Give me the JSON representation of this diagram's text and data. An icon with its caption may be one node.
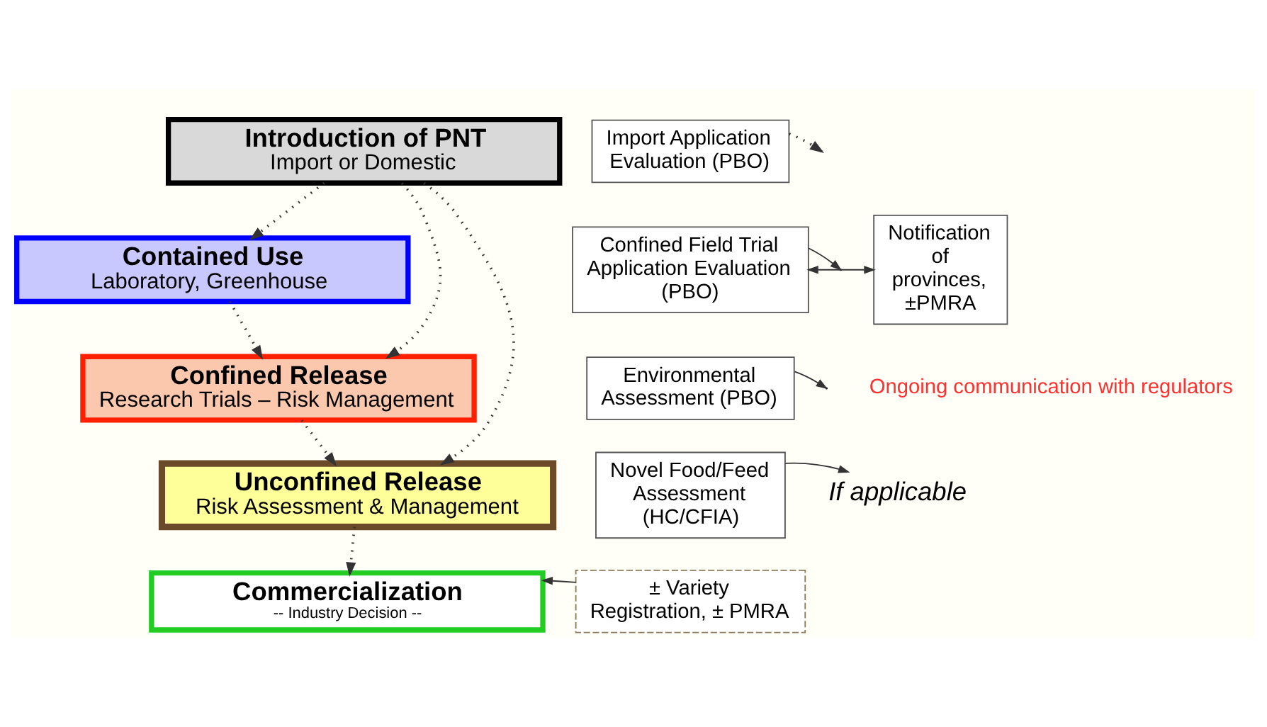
{
  "diagram": {
    "nodes": [
      {
        "text": [
          "Introduction of PNT",
          "Import or Domestic"
        ]
      },
      {
        "text": [
          "Contained Use",
          "Laboratory, Greenhouse"
        ]
      },
      {
        "text": [
          "Confined Release",
          "Research Trials – Risk Management"
        ]
      },
      {
        "text": [
          "Unconfined Release",
          "Risk Assessment & Management"
        ]
      },
      {
        "text": [
          "Commercialization",
          "-- Industry Decision --"
        ]
      },
      {
        "text": [
          "Import Application Evaluation (PBO)"
        ]
      },
      {
        "text": [
          "Confined Field Trial Application Evaluation (PBO)"
        ]
      },
      {
        "text": [
          "Notification of provinces, ±PMRA"
        ]
      },
      {
        "text": [
          "Environmental Assessment (PBO)"
        ]
      },
      {
        "text": [
          "Novel Food/Feed Assessment (HC/CFIA)"
        ]
      },
      {
        "text": [
          "± Variety Registration, ± PMRA"
        ]
      },
      {
        "text": [
          "If applicable"
        ]
      }
    ],
    "edges": [
      {
        "from": 0,
        "to": 1,
        "arrow": "to",
        "style": "dashed"
      },
      {
        "from": 0,
        "to": 2,
        "arrow": "to",
        "style": "dashed"
      },
      {
        "from": 0,
        "to": 3,
        "arrow": "to",
        "style": "dashed"
      },
      {
        "from": 1,
        "to": 2,
        "arrow": "to",
        "style": "dashed"
      },
      {
        "from": 2,
        "to": 3,
        "arrow": "to",
        "style": "dashed"
      },
      {
        "from": 3,
        "to": 4,
        "arrow": "to",
        "style": "dashed"
      },
      {
        "from": 5,
        "to": null,
        "arrow": "to",
        "style": "dashed"
      },
      {
        "from": 6,
        "to": null,
        "arrow": "to"
      },
      {
        "from": 6,
        "to": 7,
        "arrow": "both"
      },
      {
        "from": 8,
        "to": null,
        "arrow": "to"
      },
      {
        "from": 9,
        "to": 11,
        "arrow": "to"
      },
      {
        "from": 10,
        "to": 4,
        "arrow": "to"
      }
    ],
    "labels": [
      "Ongoing communication with regulators"
    ]
  }
}
